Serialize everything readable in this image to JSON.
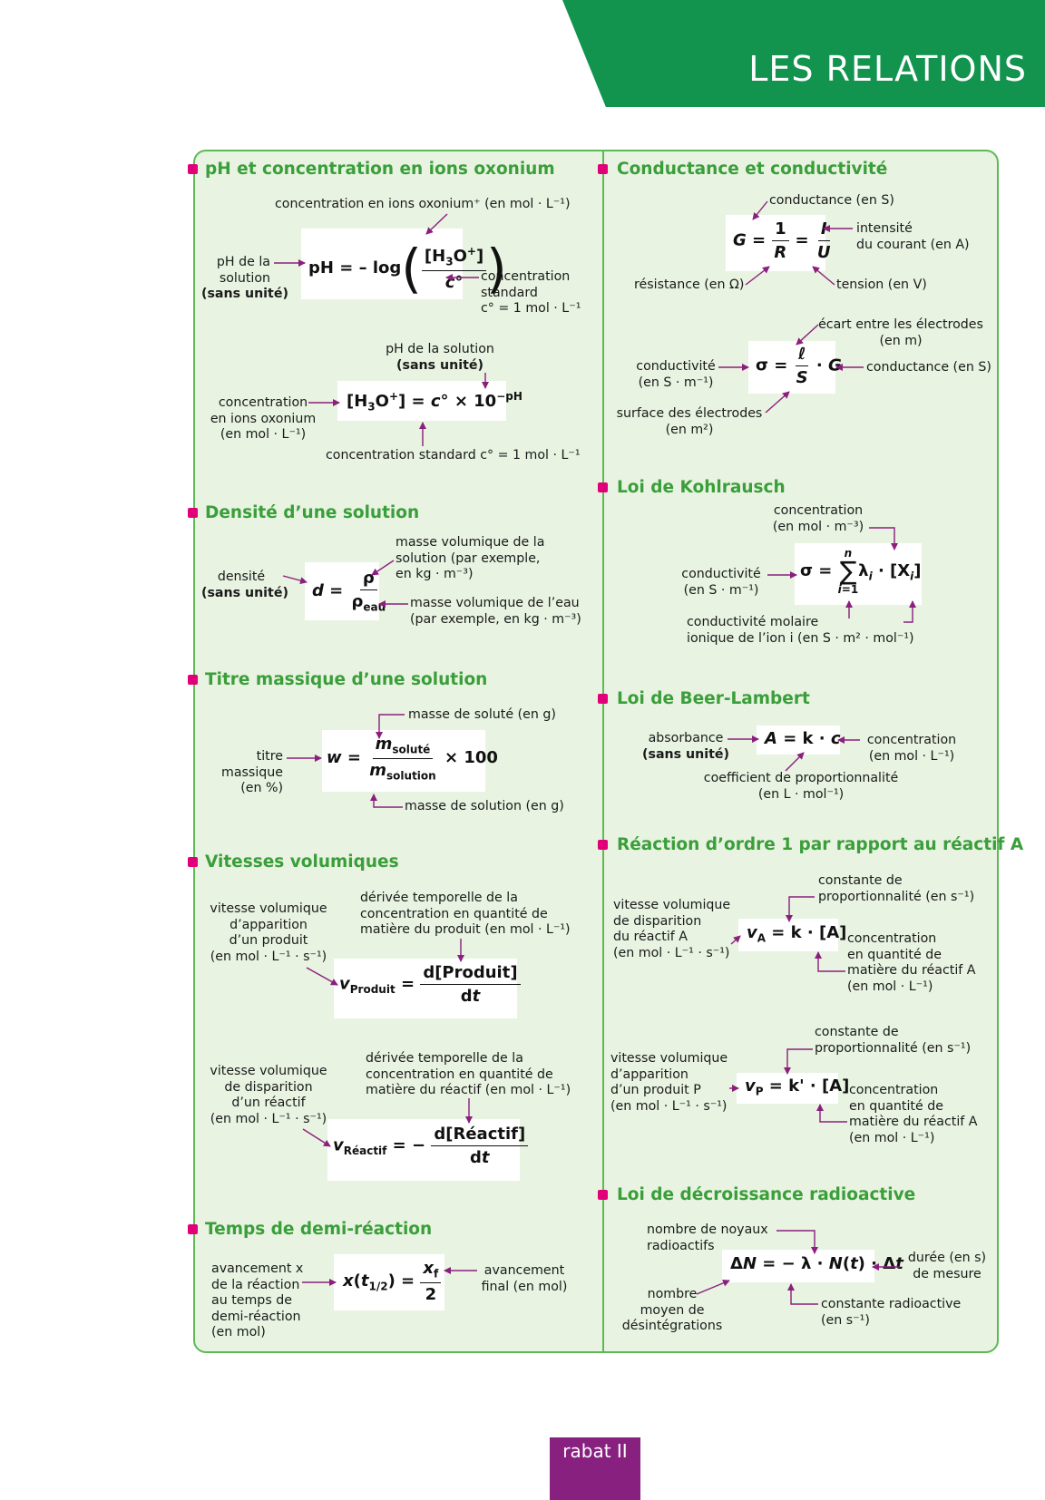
{
  "header": {
    "title": "LES RELATIONS"
  },
  "footer": {
    "label": "rabat II"
  },
  "sections": {
    "ph": {
      "title": "pH et concentration en ions oxonium"
    },
    "densite": {
      "title": "Densité d’une solution"
    },
    "titre": {
      "title": "Titre massique d’une solution"
    },
    "vitesses": {
      "title": "Vitesses volumiques"
    },
    "demi": {
      "title": "Temps de demi-réaction"
    },
    "conductance": {
      "title": "Conductance et conductivité"
    },
    "kohlrausch": {
      "title": "Loi de Kohlrausch"
    },
    "beer": {
      "title": "Loi de Beer-Lambert"
    },
    "ordre1": {
      "title": "Réaction d’ordre 1 par rapport au réactif A"
    },
    "radio": {
      "title": "Loi de décroissance radioactive"
    }
  },
  "ph1": {
    "top": "concentration en ions oxonium⁺ (en mol · L⁻¹)",
    "left1": "pH de la",
    "left2": "solution",
    "left3": "(sans unité)",
    "right1": "concentration",
    "right2": "standard",
    "right3": "c° = 1 mol · L⁻¹"
  },
  "ph2": {
    "top1": "pH de la solution",
    "top2": "(sans unité)",
    "left1": "concentration",
    "left2": "en ions oxonium",
    "left3": "(en mol · L⁻¹)",
    "bottom": "concentration standard c° = 1 mol · L⁻¹"
  },
  "densite": {
    "left1": "densité",
    "left2": "(sans unité)",
    "top1": "masse volumique de la",
    "top2": "solution (par exemple,",
    "top3": "en kg · m⁻³)",
    "right1": "masse volumique de l’eau",
    "right2": "(par exemple, en kg · m⁻³)"
  },
  "titre": {
    "top": "masse de soluté (en g)",
    "left1": "titre",
    "left2": "massique",
    "left3": "(en %)",
    "bottom": "masse de solution (en g)"
  },
  "vit1": {
    "left1": "vitesse volumique",
    "left2": "d’apparition",
    "left3": "d’un produit",
    "left4": "(en mol · L⁻¹ · s⁻¹)",
    "top1": "dérivée temporelle de la",
    "top2": "concentration en quantité de",
    "top3": "matière du produit (en mol · L⁻¹)"
  },
  "vit2": {
    "left1": "vitesse volumique",
    "left2": "de disparition",
    "left3": "d’un réactif",
    "left4": "(en mol · L⁻¹ · s⁻¹)",
    "top1": "dérivée temporelle de la",
    "top2": "concentration en quantité de",
    "top3": "matière du réactif (en mol · L⁻¹)"
  },
  "demi": {
    "left1": "avancement x",
    "left2": "de la réaction",
    "left3": "au temps de",
    "left4": "demi-réaction",
    "left5": "(en mol)",
    "right1": "avancement",
    "right2": "final (en mol)"
  },
  "cond1": {
    "top": "conductance (en S)",
    "right1": "intensité",
    "right2": "du courant (en A)",
    "left": "résistance (en Ω)",
    "bottom": "tension (en V)"
  },
  "cond2": {
    "top1": "écart entre les électrodes",
    "top2": "(en m)",
    "left1": "conductivité",
    "left2": "(en S · m⁻¹)",
    "right": "conductance (en S)",
    "bottom1": "surface des électrodes",
    "bottom2": "(en m²)"
  },
  "kohl": {
    "top1": "concentration",
    "top2": "(en mol · m⁻³)",
    "left1": "conductivité",
    "left2": "(en S · m⁻¹)",
    "bottom1": "conductivité molaire",
    "bottom2": "ionique de l’ion i (en S · m² · mol⁻¹)"
  },
  "beer": {
    "left1": "absorbance",
    "left2": "(sans unité)",
    "right1": "concentration",
    "right2": "(en mol · L⁻¹)",
    "bottom1": "coefficient de proportionnalité",
    "bottom2": "(en L · mol⁻¹)"
  },
  "ord1": {
    "top1": "constante de",
    "top2": "proportionnalité (en s⁻¹)",
    "left1": "vitesse volumique",
    "left2": "de disparition",
    "left3": "du réactif A",
    "left4": "(en mol · L⁻¹ · s⁻¹)",
    "right1": "concentration",
    "right2": "en quantité de",
    "right3": "matière du réactif A",
    "right4": "(en mol · L⁻¹)"
  },
  "ord2": {
    "top1": "constante de",
    "top2": "proportionnalité (en s⁻¹)",
    "left1": "vitesse volumique",
    "left2": "d’apparition",
    "left3": "d’un produit P",
    "left4": "(en mol · L⁻¹ · s⁻¹)",
    "right1": "concentration",
    "right2": "en quantité de",
    "right3": "matière du réactif A",
    "right4": "(en mol · L⁻¹)"
  },
  "radio": {
    "top1": "nombre de noyaux",
    "top2": "radioactifs",
    "right1": "durée (en s)",
    "right2": "de mesure",
    "left1": "nombre",
    "left2": "moyen de",
    "left3": "désintégrations",
    "bottom1": "constante radioactive",
    "bottom2": "(en s⁻¹)"
  }
}
